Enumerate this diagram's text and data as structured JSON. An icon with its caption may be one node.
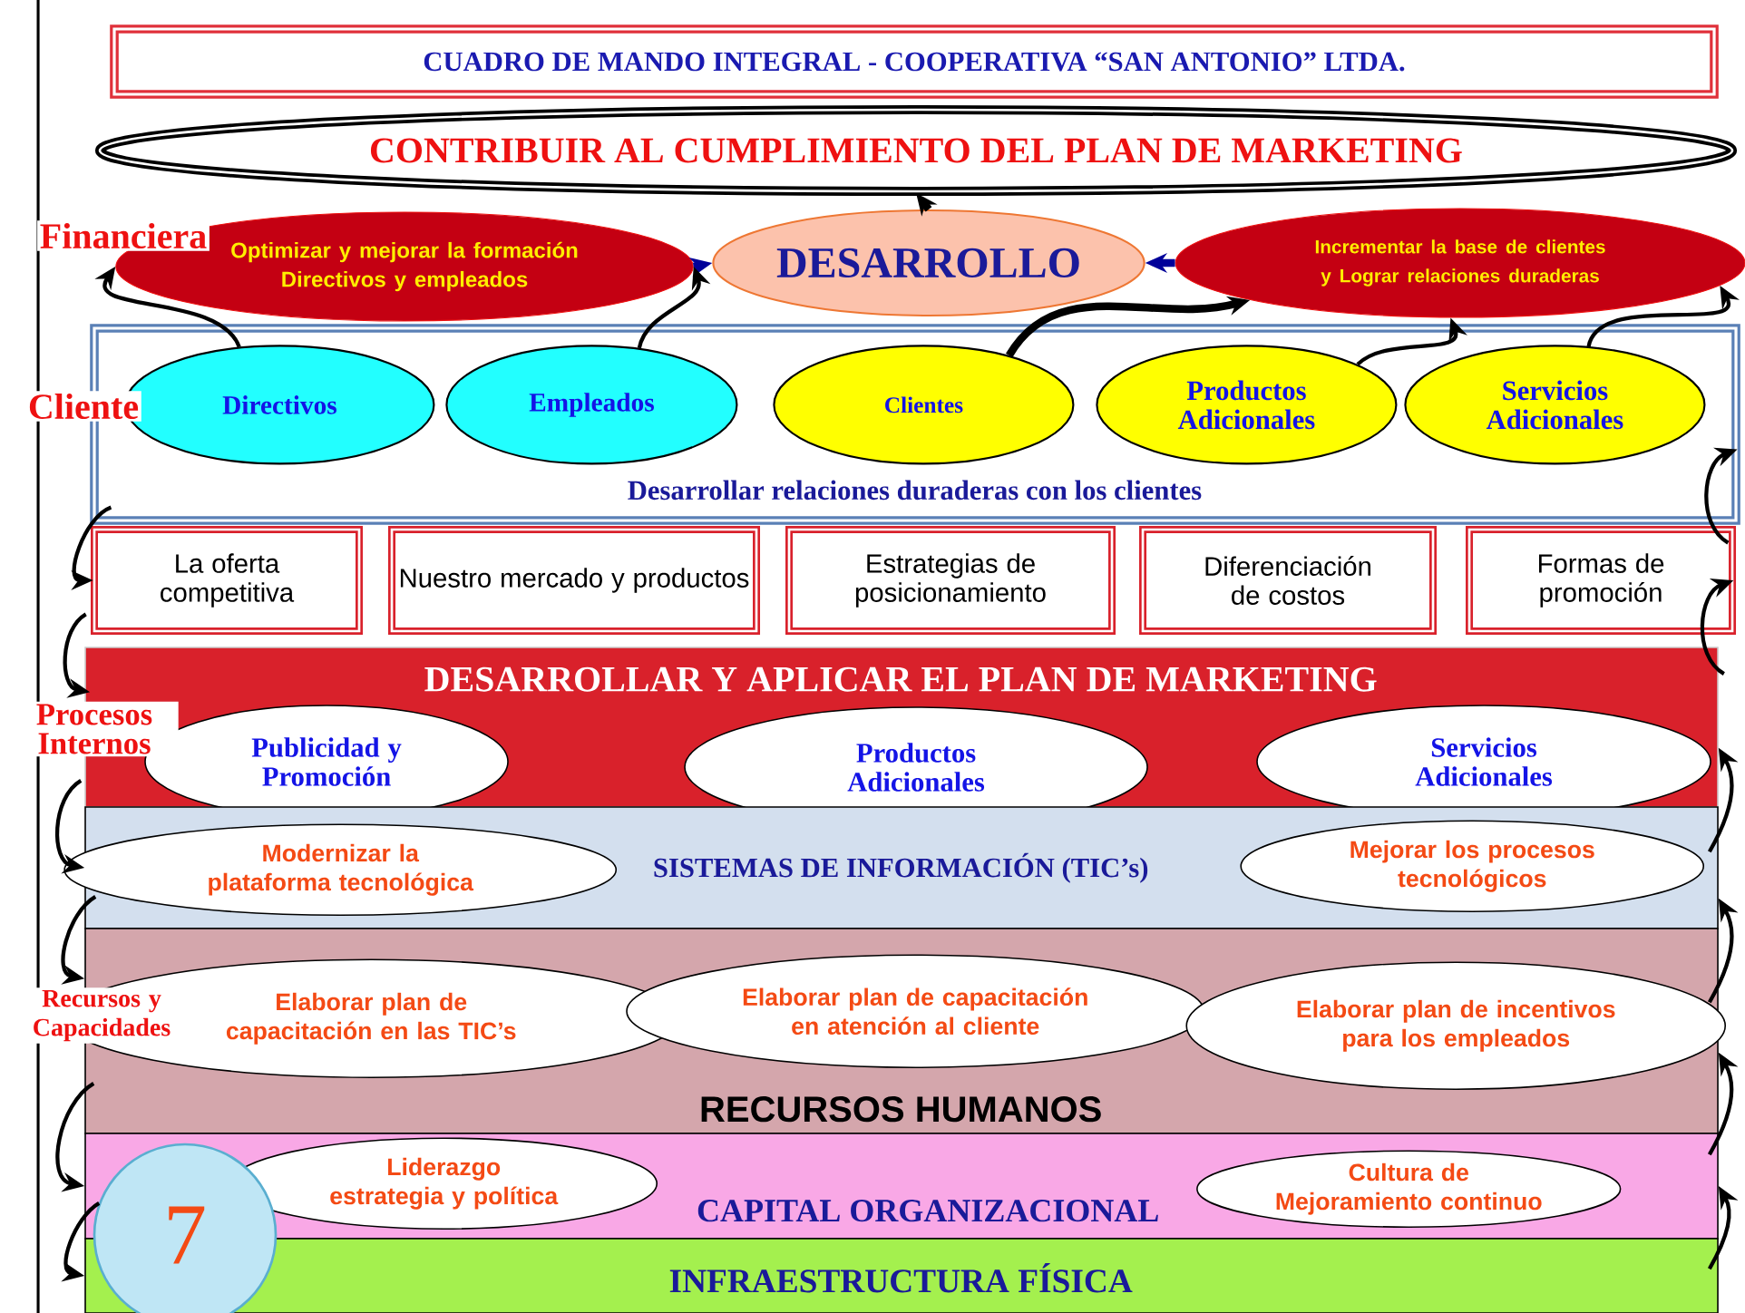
{
  "diagram": {
    "nodes": [
      {
        "text": [
          "CUADRO DE MANDO INTEGRAL - COOPERATIVA “SAN ANTONIO” LTDA."
        ]
      },
      {
        "text": [
          "CONTRIBUIR AL CUMPLIMIENTO DEL PLAN DE MARKETING"
        ]
      },
      {
        "text": [
          "Optimizar y mejorar la formación Directivos y empleados"
        ]
      },
      {
        "text": [
          "DESARROLLO"
        ]
      },
      {
        "text": [
          "Incrementar la base de clientes y Lograr relaciones duraderas"
        ]
      },
      {
        "text": [
          "Desarrollar relaciones duraderas con los clientes"
        ]
      },
      {
        "text": [
          "Directivos"
        ],
        "in": 5
      },
      {
        "text": [
          "Empleados"
        ],
        "in": 5
      },
      {
        "text": [
          "Clientes"
        ],
        "in": 5
      },
      {
        "text": [
          "Productos Adicionales"
        ],
        "in": 5
      },
      {
        "text": [
          "Servicios Adicionales"
        ],
        "in": 5
      },
      {
        "text": [
          "La oferta competitiva"
        ]
      },
      {
        "text": [
          "Nuestro mercado y productos"
        ]
      },
      {
        "text": [
          "Estrategias de posicionamiento"
        ]
      },
      {
        "text": [
          "Diferenciación de costos"
        ]
      },
      {
        "text": [
          "Formas de promoción"
        ]
      },
      {
        "text": [
          "DESARROLLAR Y APLICAR  EL PLAN DE MARKETING"
        ]
      },
      {
        "text": [
          "Publicidad y Promoción"
        ]
      },
      {
        "text": [
          "Productos Adicionales"
        ]
      },
      {
        "text": [
          "Servicios Adicionales"
        ]
      },
      {
        "text": [
          "SISTEMAS DE INFORMACIÓN (TIC’s)"
        ]
      },
      {
        "text": [
          "Modernizar la plataforma tecnológica"
        ],
        "in": 20
      },
      {
        "text": [
          "Mejorar los procesos tecnológicos"
        ],
        "in": 20
      },
      {
        "text": [
          "RECURSOS HUMANOS"
        ]
      },
      {
        "text": [
          "Elaborar plan de capacitación en las TIC’s"
        ],
        "in": 23
      },
      {
        "text": [
          "Elaborar plan de capacitación en atención al cliente"
        ],
        "in": 23
      },
      {
        "text": [
          "Elaborar plan de incentivos para los empleados"
        ],
        "in": 23
      },
      {
        "text": [
          "CAPITAL ORGANIZACIONAL"
        ]
      },
      {
        "text": [
          "Liderazgo estrategia y política"
        ],
        "in": 27
      },
      {
        "text": [
          "Cultura de Mejoramiento continuo"
        ],
        "in": 27
      },
      {
        "text": [
          "INFRAESTRUCTURA FÍSICA"
        ]
      },
      {
        "text": [
          "7"
        ]
      }
    ],
    "edges": [
      {
        "from": 3,
        "to": 1,
        "arrow": "to",
        "style": "thick"
      },
      {
        "from": 2,
        "to": 3,
        "arrow": "to",
        "style": "thick",
        "color": "#000099"
      },
      {
        "from": 4,
        "to": 3,
        "arrow": "to",
        "style": "thick",
        "color": "#000099"
      },
      {
        "from": 6,
        "to": 2,
        "arrow": "to"
      },
      {
        "from": 7,
        "to": 2,
        "arrow": "to"
      },
      {
        "from": 8,
        "to": 4,
        "arrow": "to",
        "style": "thick"
      },
      {
        "from": 9,
        "to": 4,
        "arrow": "to"
      },
      {
        "from": 10,
        "to": 4,
        "arrow": "to"
      },
      {
        "from": 5,
        "to": 11,
        "arrow": "to"
      },
      {
        "from": 11,
        "to": 16,
        "arrow": "to"
      },
      {
        "from": 16,
        "to": 20,
        "arrow": "to"
      },
      {
        "from": 20,
        "to": 23,
        "arrow": "to"
      },
      {
        "from": 23,
        "to": 27,
        "arrow": "to"
      },
      {
        "from": 27,
        "to": 30,
        "arrow": "to"
      },
      {
        "from": 30,
        "to": 27,
        "arrow": "to"
      },
      {
        "from": 27,
        "to": 23,
        "arrow": "to"
      },
      {
        "from": 23,
        "to": 20,
        "arrow": "to"
      },
      {
        "from": 20,
        "to": 16,
        "arrow": "to"
      },
      {
        "from": 16,
        "to": 15,
        "arrow": "to"
      },
      {
        "from": 15,
        "to": 5,
        "arrow": "to"
      }
    ],
    "labels": [
      "Financiera",
      "Cliente",
      "Procesos Internos",
      "Recursos y Capacidades"
    ]
  }
}
